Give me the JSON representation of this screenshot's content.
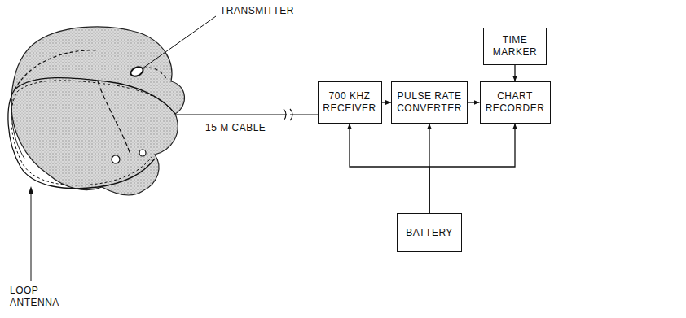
{
  "diagram": {
    "nodes": [
      {
        "text": [
          "700 KHZ RECEIVER"
        ]
      },
      {
        "text": [
          "PULSE RATE CONVERTER"
        ]
      },
      {
        "text": [
          "TIME MARKER"
        ]
      },
      {
        "text": [
          "CHART RECORDER"
        ]
      },
      {
        "text": [
          "BATTERY"
        ]
      }
    ],
    "edges": [
      {
        "from": 0,
        "to": 1,
        "arrow": "to"
      },
      {
        "from": 1,
        "to": 3,
        "arrow": "to"
      },
      {
        "from": 2,
        "to": 3,
        "arrow": "to"
      },
      {
        "from": 4,
        "to": 0,
        "arrow": "to"
      },
      {
        "from": 4,
        "to": 1,
        "arrow": "to"
      },
      {
        "from": 4,
        "to": 3,
        "arrow": "to"
      }
    ],
    "labels": [
      "TRANSMITTER",
      "15 M CABLE",
      "LOOP ANTENNA"
    ]
  }
}
